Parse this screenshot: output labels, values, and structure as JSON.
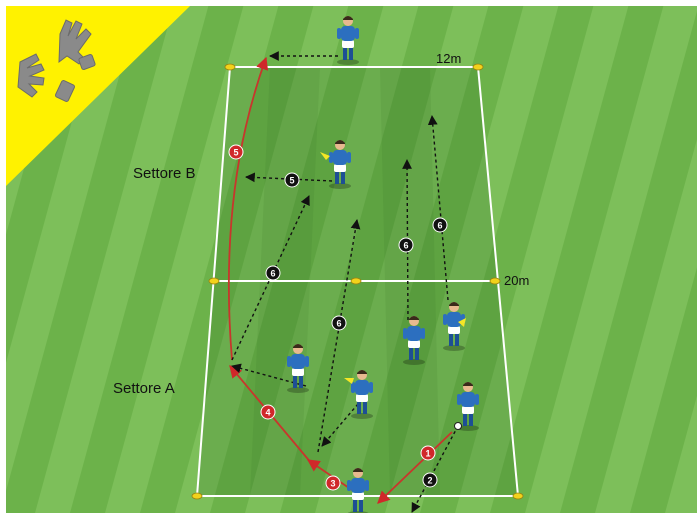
{
  "diagram": {
    "sector_b_label": "Settore B",
    "sector_a_label": "Settore A",
    "width_label": "12m",
    "length_label": "20m",
    "badges": {
      "n1": "1",
      "n2": "2",
      "n3": "3",
      "n4": "4",
      "n5": "5",
      "m5": "5",
      "m6a": "6",
      "m6b": "6",
      "m6c": "6",
      "m6d": "6"
    },
    "legend_icon": "goalkeeper-gloves-icon",
    "colors": {
      "pitch_light": "#7dbf5a",
      "pitch_dark": "#5ea83e",
      "zone_shade": "#4f9636",
      "lines": "#ffffff",
      "cones": "#f2d21b",
      "pass_arrow": "#c8362c",
      "run_arrow": "#111111",
      "corner_banner": "#fff200",
      "player_kit": "#1d5fa8"
    }
  }
}
